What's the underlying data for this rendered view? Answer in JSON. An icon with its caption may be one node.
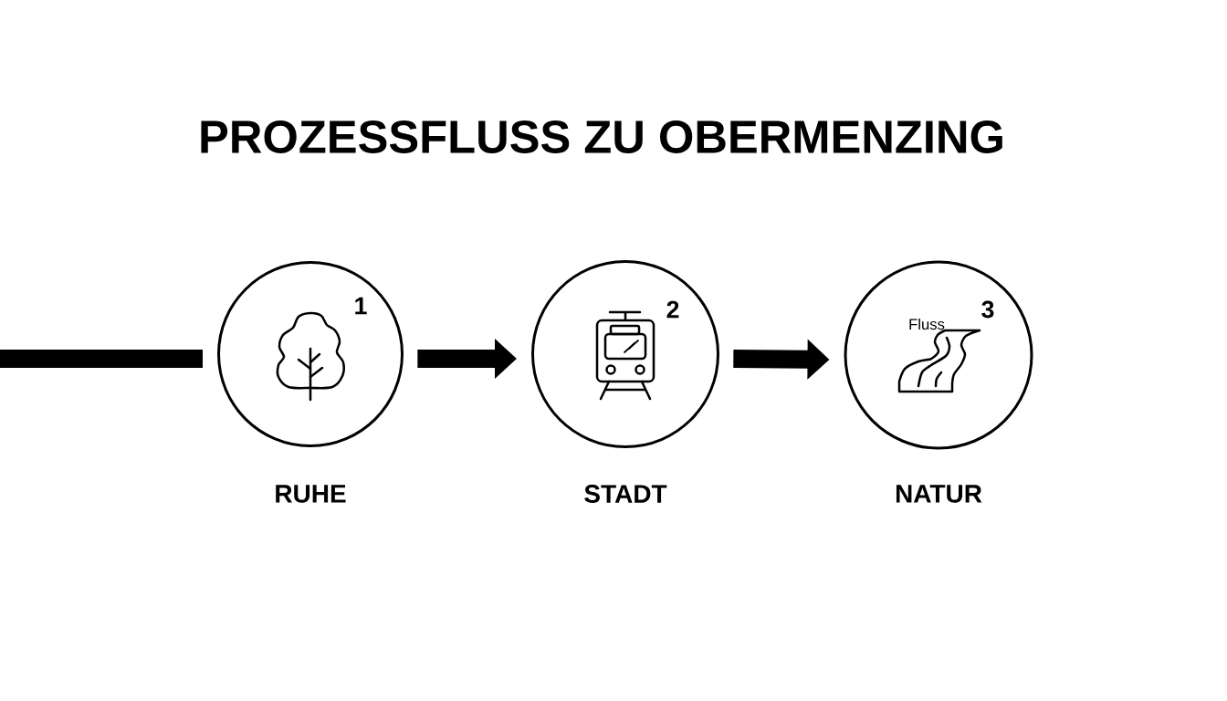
{
  "diagram": {
    "title": "PROZESSFLUSS ZU OBERMENZING",
    "nodes": [
      {
        "text": [
          "1",
          "RUHE"
        ]
      },
      {
        "text": [
          "2",
          "STADT"
        ]
      },
      {
        "text": [
          "3",
          "Fluss",
          "NATUR"
        ]
      }
    ],
    "edges": [
      {
        "from": null,
        "to": 0,
        "arrow": "none"
      },
      {
        "from": 0,
        "to": 1,
        "arrow": "to"
      },
      {
        "from": 1,
        "to": 2,
        "arrow": "to"
      }
    ]
  }
}
